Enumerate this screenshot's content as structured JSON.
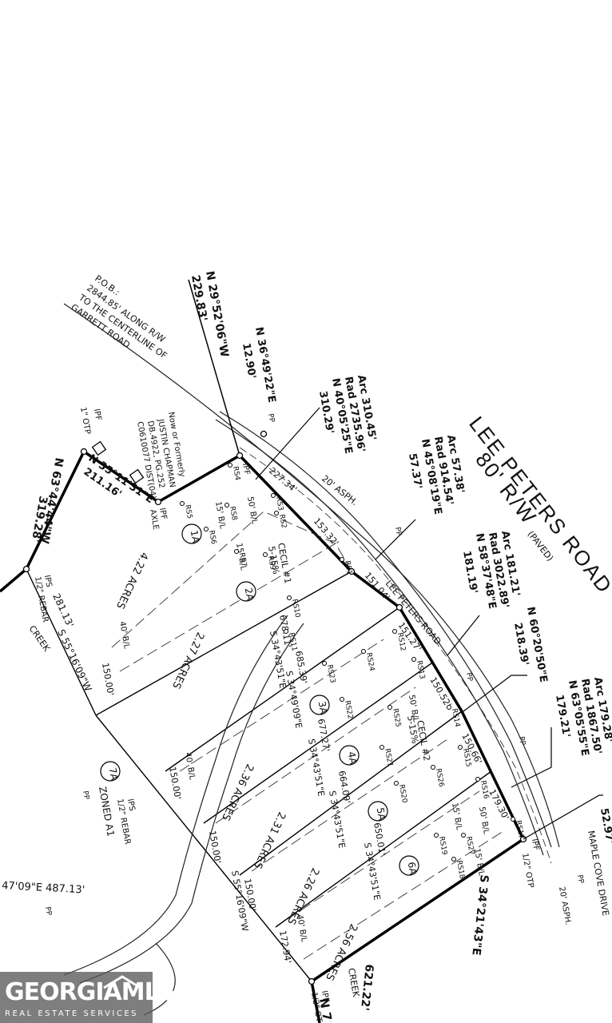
{
  "road": {
    "name": "LEE PETERS ROAD",
    "row": "80' R/W",
    "paved": "(PAVED)",
    "asphalt": "20' ASPH.",
    "inline_name": "LEE PETERS ROAD"
  },
  "pob": {
    "line1": "P.O.B.:",
    "line2": "2844.85' ALONG R/W",
    "line3": "TO THE CENTERLINE OF",
    "line4": "GARRETT ROAD"
  },
  "calls": {
    "c1_bearing": "N 29°52'06\"W",
    "c1_dist": "229.83'",
    "c2_bearing": "N 36°49'22\"E",
    "c2_dist": "12.90'",
    "c3_arc": "Arc 310.45'",
    "c3_rad": "Rad 2735.96'",
    "c3_bearing": "N 40°05'25\"E",
    "c3_chord": "310.29'",
    "c4_arc": "Arc 57.38'",
    "c4_rad": "Rad 914.54'",
    "c4_bearing": "N 45°08'19\"E",
    "c4_chord": "57.37'",
    "c5_arc": "Arc 181.21'",
    "c5_rad": "Rad 3022.89'",
    "c5_bearing": "N 58°37'48\"E",
    "c5_chord": "181.19'",
    "c6_bearing": "N 60°20'50\"E",
    "c6_dist": "218.39'",
    "c7_arc": "Arc 179.28'",
    "c7_rad": "Rad 1867.50'",
    "c7_bearing": "N 63°05'55\"E",
    "c7_chord": "179.21'",
    "c8_dist": "52.97'",
    "c9_bearing": "S 34°21'43\"E",
    "c9_dist": "621.22'",
    "c10_bearing": "N 35°11'31\"E",
    "c10_dist": "211.16'",
    "c11_bearing": "N 63°44'44\"W",
    "c11_dist": "319.28'",
    "c12_bearing": "S 55°16'09\"W",
    "c12_dist": "281.13'",
    "c13_partial": "47'09\"E 487.13'",
    "c14_partial": "N 7"
  },
  "owner": {
    "line1": "Now or Formerly",
    "line2": "JUSTIN CHAPMAN",
    "line3": "DB.4922, PG.252",
    "line4": "C0610077 DIST(04)"
  },
  "monuments": {
    "otp": "1\" OTP",
    "ipf": "IPF",
    "axle": "AXLE",
    "ips": "IPS",
    "rebar": "1/2\" REBAR",
    "otp_half": "1/2\" OTP",
    "otp_cut": "1/2\" OT",
    "pp": "PP"
  },
  "lots": [
    {
      "id": "1A",
      "acres": "4.22 ACRES"
    },
    {
      "id": "2A",
      "acres": "2.27 ACRES"
    },
    {
      "id": "3A",
      "acres": "2.36 ACRES"
    },
    {
      "id": "4A",
      "acres": "2.31 ACRES"
    },
    {
      "id": "5A",
      "acres": "2.26 ACRES"
    },
    {
      "id": "6A",
      "acres": "2.56 ACRES"
    },
    {
      "id": "7A",
      "acres": ""
    }
  ],
  "zoning": "ZONED A1",
  "creek": "CREEK",
  "cecil1_name": "CECIL #1",
  "cecil1_slope": "5-15%",
  "cecil2_name": "CECIL #2",
  "cecil2_slope": "5-15%",
  "maple": "MAPLE COVE DRIVE",
  "maple_asph": "20' ASPH.",
  "lot_lines": {
    "d1": "678.11'",
    "b1": "S 34°43'51\"E",
    "d2": "685.39'",
    "b2": "S 34°49'09\"E",
    "d3": "677.27'",
    "b3": "S 34°43'51\"E",
    "d4": "664.09'",
    "b4": "S 34°43'51\"E",
    "d5": "650.01'",
    "b5": "S 34°43'51\"E",
    "rear_b": "S 55°16'09\"W",
    "rear_d1": "150.00'",
    "rear_d2": "150.00'",
    "rear_d3": "150.00'",
    "rear_d4": "150.00'",
    "rear_d5": "172.94'",
    "front_d1": "227.34'",
    "front_d2": "153.32'",
    "front_d3": "151.04'",
    "front_d4": "151.27'",
    "front_d5": "150.52'",
    "front_d6": "150.66'",
    "front_d7": "179.30'"
  },
  "setbacks": {
    "s15": "15' B/L",
    "s40": "40' B/L",
    "s50": "50' B/L"
  },
  "rs_points": [
    "RS1",
    "RS2",
    "RS3",
    "RS4",
    "RS5",
    "RS6",
    "RS7",
    "RS8",
    "RS9",
    "RS10",
    "RS11",
    "RS12",
    "RS13",
    "RS14",
    "RS15",
    "RS16",
    "RS17",
    "RS18",
    "RS19",
    "RS20",
    "RS21",
    "RS22",
    "RS23",
    "RS24",
    "RS25",
    "RS26",
    "RS27"
  ],
  "watermark": {
    "title": "GEORGIAMLS",
    "subtitle": "REAL ESTATE SERVICES"
  }
}
